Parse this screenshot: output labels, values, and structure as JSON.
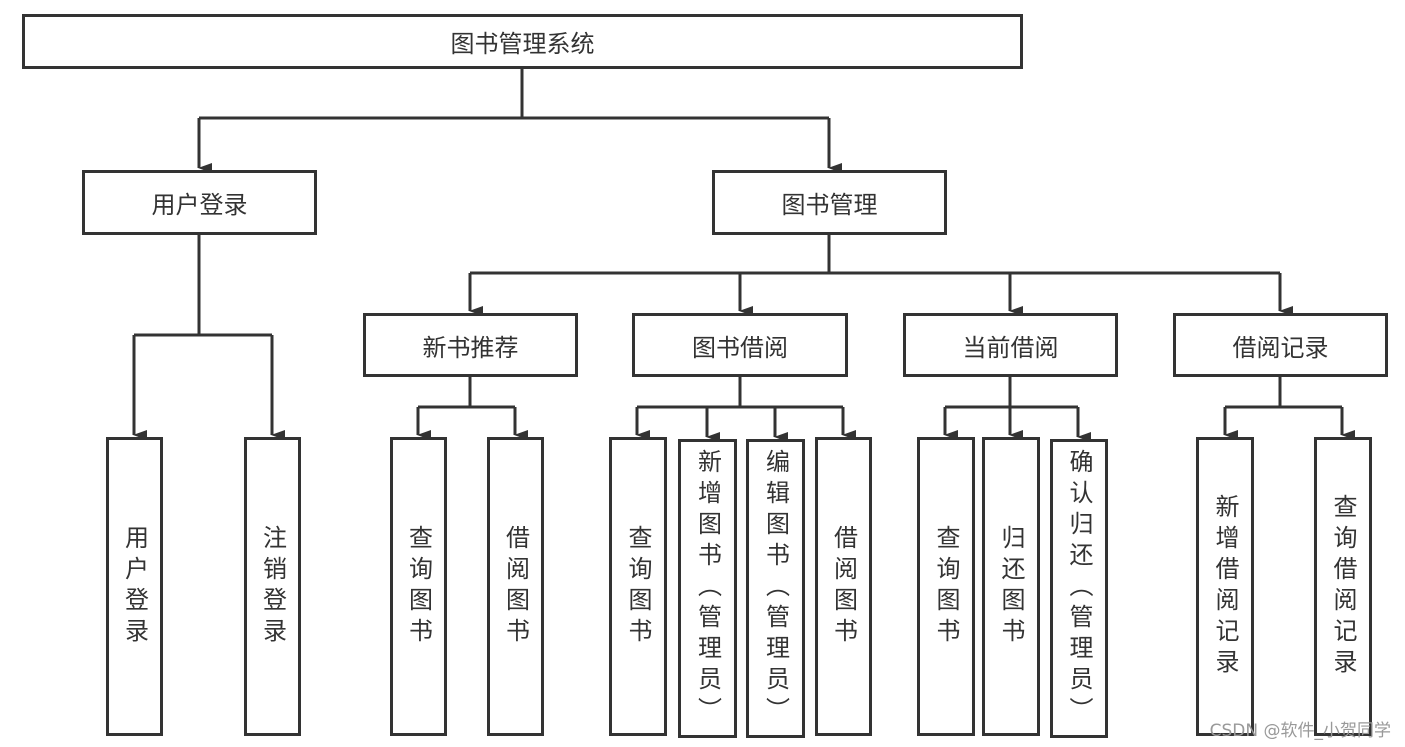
{
  "root": "图书管理系统",
  "level1": [
    "用户登录",
    "图书管理"
  ],
  "level2": [
    "新书推荐",
    "图书借阅",
    "当前借阅",
    "借阅记录"
  ],
  "leaves": {
    "user_login": [
      "用户登录",
      "注销登录"
    ],
    "new_books": [
      "查询图书",
      "借阅图书"
    ],
    "book_borrow": [
      "查询图书",
      "新增图书（管理员）",
      "编辑图书（管理员）",
      "借阅图书"
    ],
    "current_borrow": [
      "查询图书",
      "归还图书",
      "确认归还（管理员）"
    ],
    "borrow_records": [
      "新增借阅记录",
      "查询借阅记录"
    ]
  },
  "watermark": "CSDN @软件_小贺同学"
}
